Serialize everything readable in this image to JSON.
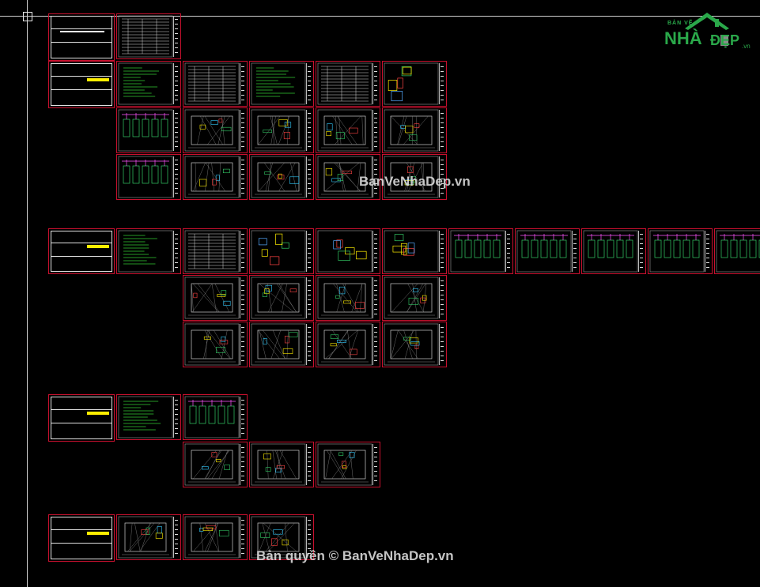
{
  "watermark": {
    "center_text": "BanVeNhaDep.vn",
    "bottom_text": "Bản quyền © BanVeNhaDep.vn"
  },
  "logo": {
    "top_text": "BẢN VẼ",
    "main_text": "NHÀ",
    "side_text": "ĐẸP",
    "domain_text": ".vn",
    "color": "#2aa84a"
  },
  "colors": {
    "background": "#000000",
    "frame": "#c8102e",
    "highlight": "#ffee00"
  },
  "layout_groups": [
    {
      "name": "group-1",
      "rows": [
        1,
        5,
        5,
        5
      ]
    },
    {
      "name": "group-2",
      "rows": [
        10,
        4,
        4
      ]
    },
    {
      "name": "group-3",
      "rows": [
        2,
        3
      ]
    },
    {
      "name": "group-4",
      "rows": [
        3
      ]
    }
  ]
}
